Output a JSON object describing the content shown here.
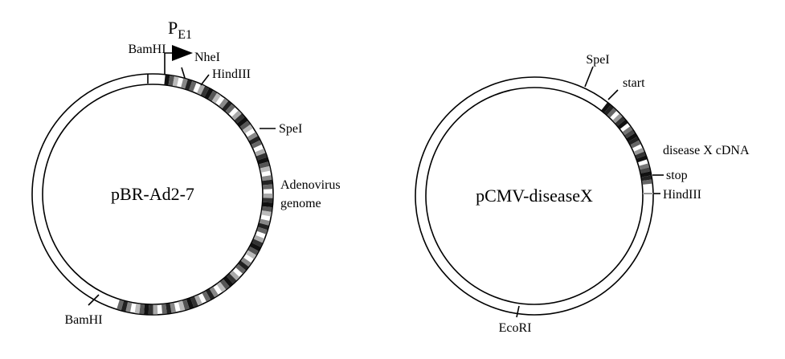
{
  "plasmids": [
    {
      "id": "pbr",
      "name": "pBR-Ad2-7",
      "sites": [
        {
          "key": "bamhi_top",
          "text": "BamHI"
        },
        {
          "key": "nhei",
          "text": "NheI"
        },
        {
          "key": "hindiii",
          "text": "HindIII"
        },
        {
          "key": "spei",
          "text": "SpeI"
        },
        {
          "key": "bamhi_bottom",
          "text": "BamHI"
        }
      ],
      "promoter": {
        "text": "P",
        "subscript": "E1"
      },
      "region_label": [
        "Adenovirus",
        "genome"
      ]
    },
    {
      "id": "pcmv",
      "name": "pCMV-diseaseX",
      "sites": [
        {
          "key": "spei",
          "text": "SpeI"
        },
        {
          "key": "start",
          "text": "start"
        },
        {
          "key": "cdna",
          "text": "disease X cDNA"
        },
        {
          "key": "stop",
          "text": "stop"
        },
        {
          "key": "hindiii",
          "text": "HindIII"
        },
        {
          "key": "ecori",
          "text": "EcoRI"
        }
      ]
    }
  ]
}
